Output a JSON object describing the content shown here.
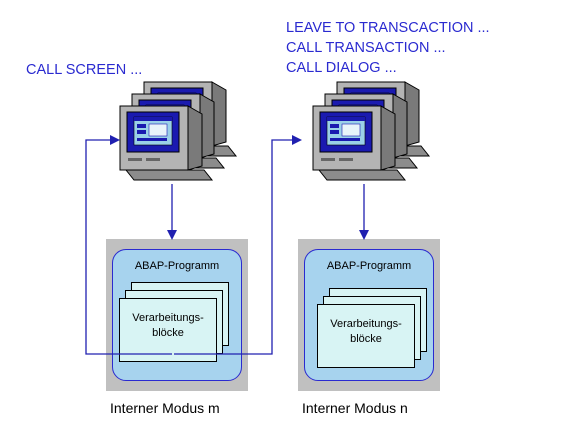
{
  "left_column": {
    "call_label": "CALL SCREEN ...",
    "program_title": "ABAP-Programm",
    "blocks_label": "Verarbeitungs-\nblöcke",
    "mode_caption": "Interner Modus m"
  },
  "right_column": {
    "call_lines": [
      "LEAVE TO TRANSCACTION ...",
      "CALL TRANSACTION ...",
      "CALL DIALOG ..."
    ],
    "program_title": "ABAP-Programm",
    "blocks_label": "Verarbeitungs-\nblöcke",
    "mode_caption": "Interner Modus n"
  },
  "colors": {
    "label_blue": "#2a2ad0",
    "arrow": "#2020b0",
    "mode_box_gray": "#c0c0c0",
    "program_box": "#a7d3ee",
    "page_fill": "#d8f4f4",
    "monitor_gray": "#b4b4b4",
    "screen_blue": "#1a1ab0"
  },
  "icons": [
    "monitor-stack-icon",
    "arrow-down-icon"
  ]
}
